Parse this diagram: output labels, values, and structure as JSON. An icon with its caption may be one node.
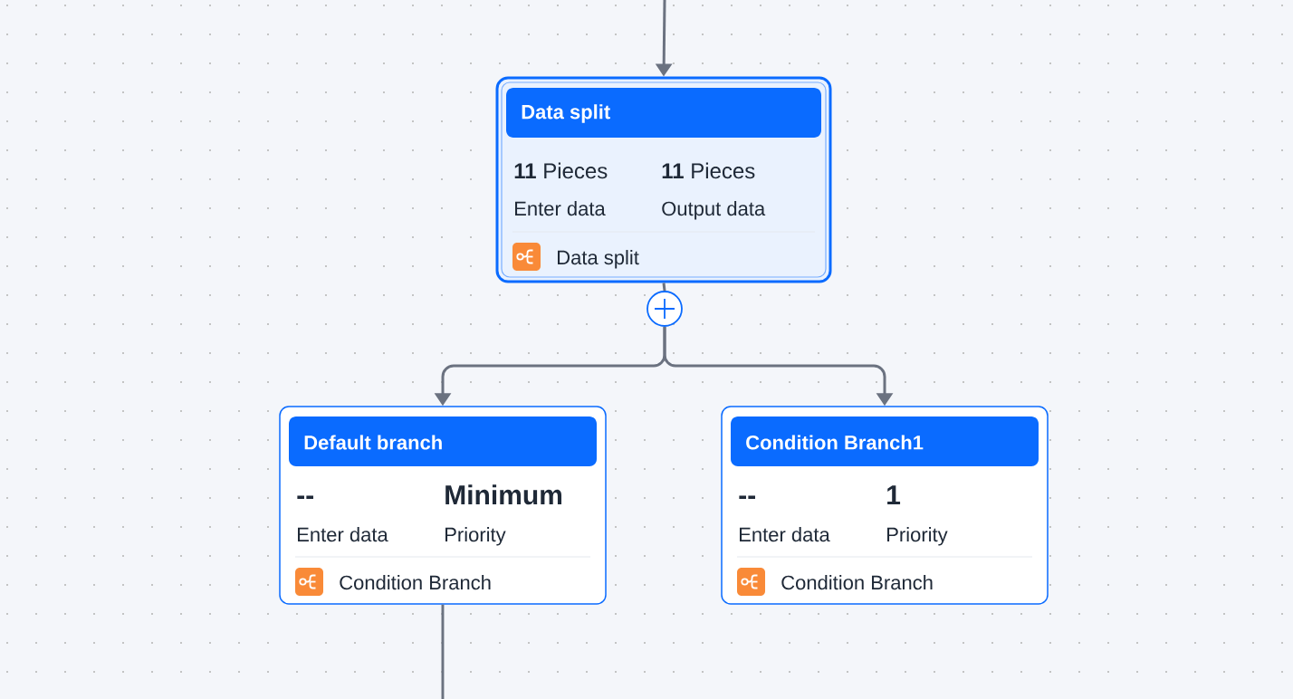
{
  "diagram": {
    "nodes": [
      {
        "text": [
          "Data split",
          "**11** Pieces",
          "**11** Pieces",
          "Enter data",
          "Output data",
          "Data split"
        ]
      },
      {
        "text": [],
        "shape": "circle"
      },
      {
        "text": [
          "Default branch",
          "--",
          "Minimum",
          "Enter data",
          "Priority",
          "Condition Branch"
        ]
      },
      {
        "text": [
          "Condition Branch1",
          "--",
          "1",
          "Enter data",
          "Priority",
          "Condition Branch"
        ]
      }
    ],
    "edges": [
      {
        "from": null,
        "to": 0,
        "arrow": "to"
      },
      {
        "from": 0,
        "to": 1,
        "arrow": "none"
      },
      {
        "from": 1,
        "to": 2,
        "arrow": "to"
      },
      {
        "from": 1,
        "to": 3,
        "arrow": "to"
      },
      {
        "from": 2,
        "to": null,
        "arrow": "none"
      }
    ]
  }
}
